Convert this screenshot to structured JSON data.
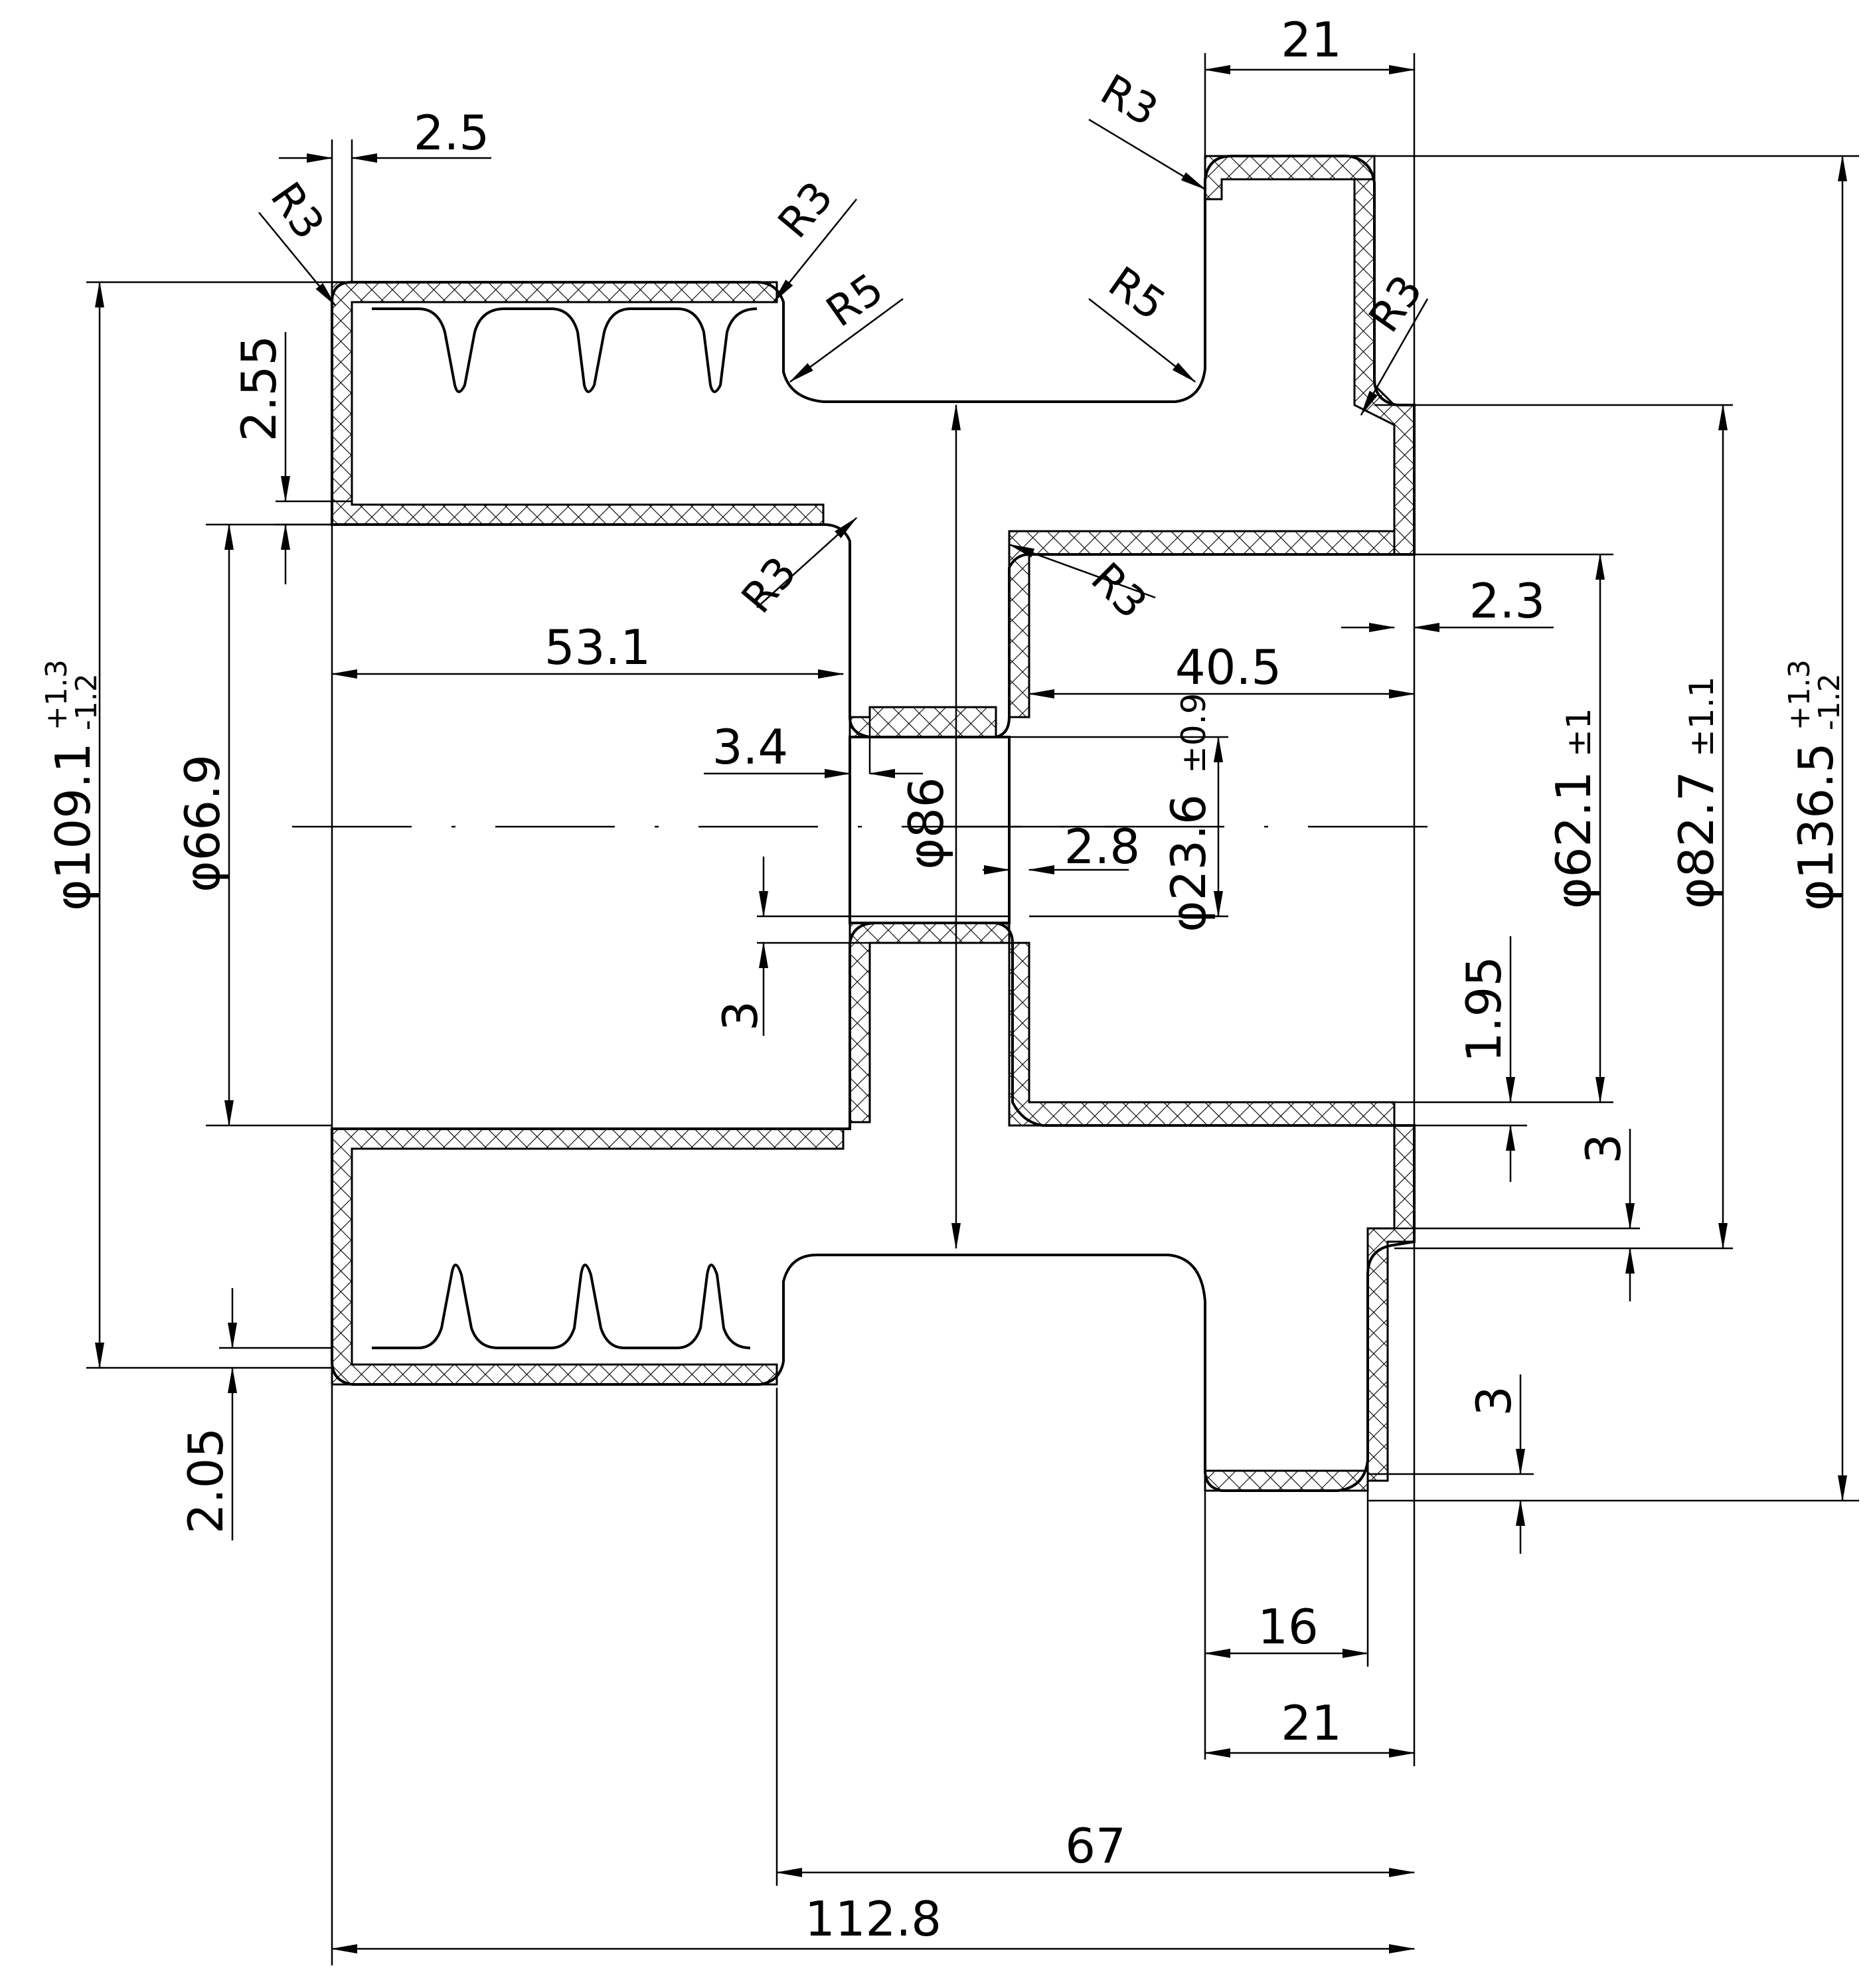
{
  "dimensions": {
    "top_flange_width": "21",
    "tip_offset": "2.5",
    "groove_depth": "2.55",
    "bottom_groove_offset": "2.05",
    "bore_left_depth": "53.1",
    "bore_right_depth": "40.5",
    "web_left_thickness": "3.4",
    "web_right_thickness": "2.8",
    "web_gap": "3",
    "right_step": "2.3",
    "right_gap": "1.95",
    "flange_gap_upper": "3",
    "flange_gap_lower": "3",
    "flange_inner_width": "16",
    "bottom_flange_width": "21",
    "hub_length": "67",
    "overall_length": "112.8",
    "dia_left_outer": {
      "symbol": "φ",
      "value": "109.1",
      "tol_upper": "+1.3",
      "tol_lower": "-1.2"
    },
    "dia_left_bore": {
      "symbol": "φ",
      "value": "66.9"
    },
    "dia_web": {
      "symbol": "φ",
      "value": "86"
    },
    "dia_center": {
      "symbol": "φ",
      "value": "23.6",
      "tol": "±0.9"
    },
    "dia_right_bore": {
      "symbol": "φ",
      "value": "62.1",
      "tol": "±1"
    },
    "dia_right_hub": {
      "symbol": "φ",
      "value": "82.7",
      "tol": "±1.1"
    },
    "dia_right_outer": {
      "symbol": "φ",
      "value": "136.5",
      "tol_upper": "+1.3",
      "tol_lower": "-1.2"
    }
  },
  "radii": {
    "r3_top_left": "R3",
    "r3_groove": "R3",
    "r5_left": "R5",
    "r5_right": "R5",
    "r3_flange_top": "R3",
    "r3_flange_right": "R3",
    "r3_bore_left": "R3",
    "r3_bore_right": "R3"
  },
  "colors": {
    "line": "#000000",
    "background": "#ffffff"
  }
}
